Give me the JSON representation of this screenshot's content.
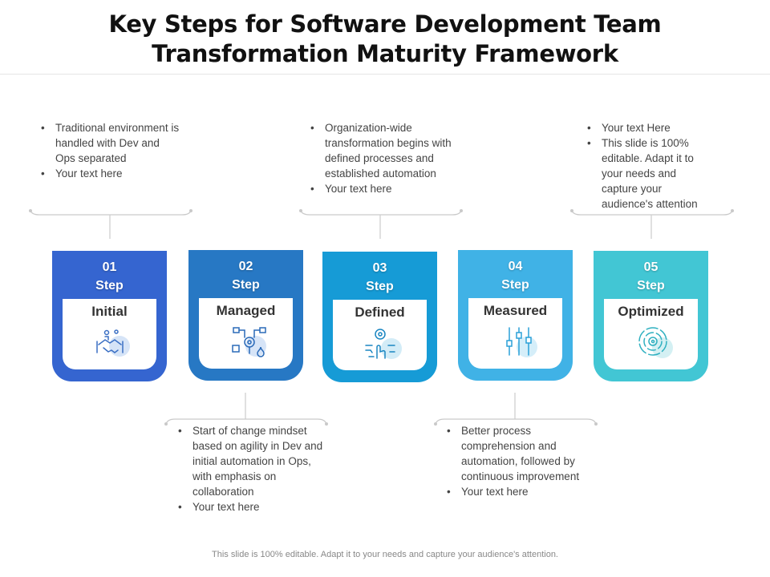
{
  "title": {
    "line1": "Key Steps for Software Development Team",
    "line2": "Transformation Maturity Framework"
  },
  "steps": [
    {
      "number": "01",
      "step": "Step",
      "name": "Initial",
      "color": "#3565d0",
      "icon": "handshake-icon"
    },
    {
      "number": "02",
      "step": "Step",
      "name": "Managed",
      "color": "#2778c4",
      "icon": "workflow-icon"
    },
    {
      "number": "03",
      "step": "Step",
      "name": "Defined",
      "color": "#169bd6",
      "icon": "automation-hand-icon"
    },
    {
      "number": "04",
      "step": "Step",
      "name": "Measured",
      "color": "#40b2e6",
      "icon": "sliders-icon"
    },
    {
      "number": "05",
      "step": "Step",
      "name": "Optimized",
      "color": "#42c6d4",
      "icon": "target-icon"
    }
  ],
  "notes": {
    "step1": [
      "Traditional environment is handled with Dev and Ops separated",
      "Your text here"
    ],
    "step2": [
      "Start of change mindset based on agility in Dev and initial automation in Ops, with emphasis on collaboration",
      "Your text here"
    ],
    "step3": [
      "Organization-wide transformation begins with defined processes and established automation",
      "Your text here"
    ],
    "step4": [
      "Better process comprehension and automation, followed by continuous improvement",
      "Your text here"
    ],
    "step5": [
      "Your text Here",
      "This slide is 100% editable. Adapt it to your needs and capture your audience's attention"
    ]
  },
  "footer": "This slide is 100% editable. Adapt it to your needs and capture your audience's attention."
}
